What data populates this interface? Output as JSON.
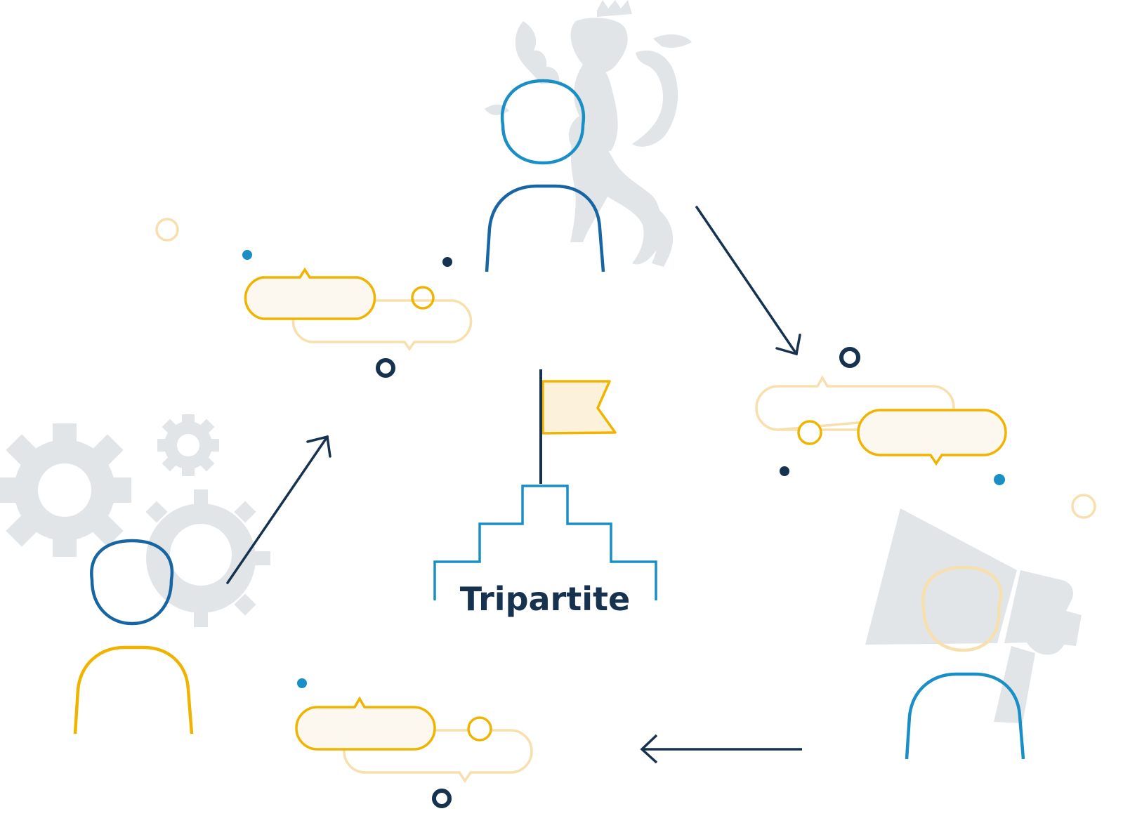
{
  "diagram": {
    "center_label": "Tripartite",
    "colors": {
      "navy": "#16324f",
      "dark_blue": "#1766a3",
      "light_blue": "#1a8fc6",
      "gold": "#f0b400",
      "pale_gold": "#f7dfae",
      "cream": "#fdf8ef",
      "flag_fill": "#fcf2dc",
      "gray": "#e2e5e8"
    },
    "icons": [
      "lion-emblem",
      "gear",
      "megaphone",
      "flag",
      "podium",
      "person",
      "speech-bubble",
      "arrow"
    ]
  }
}
